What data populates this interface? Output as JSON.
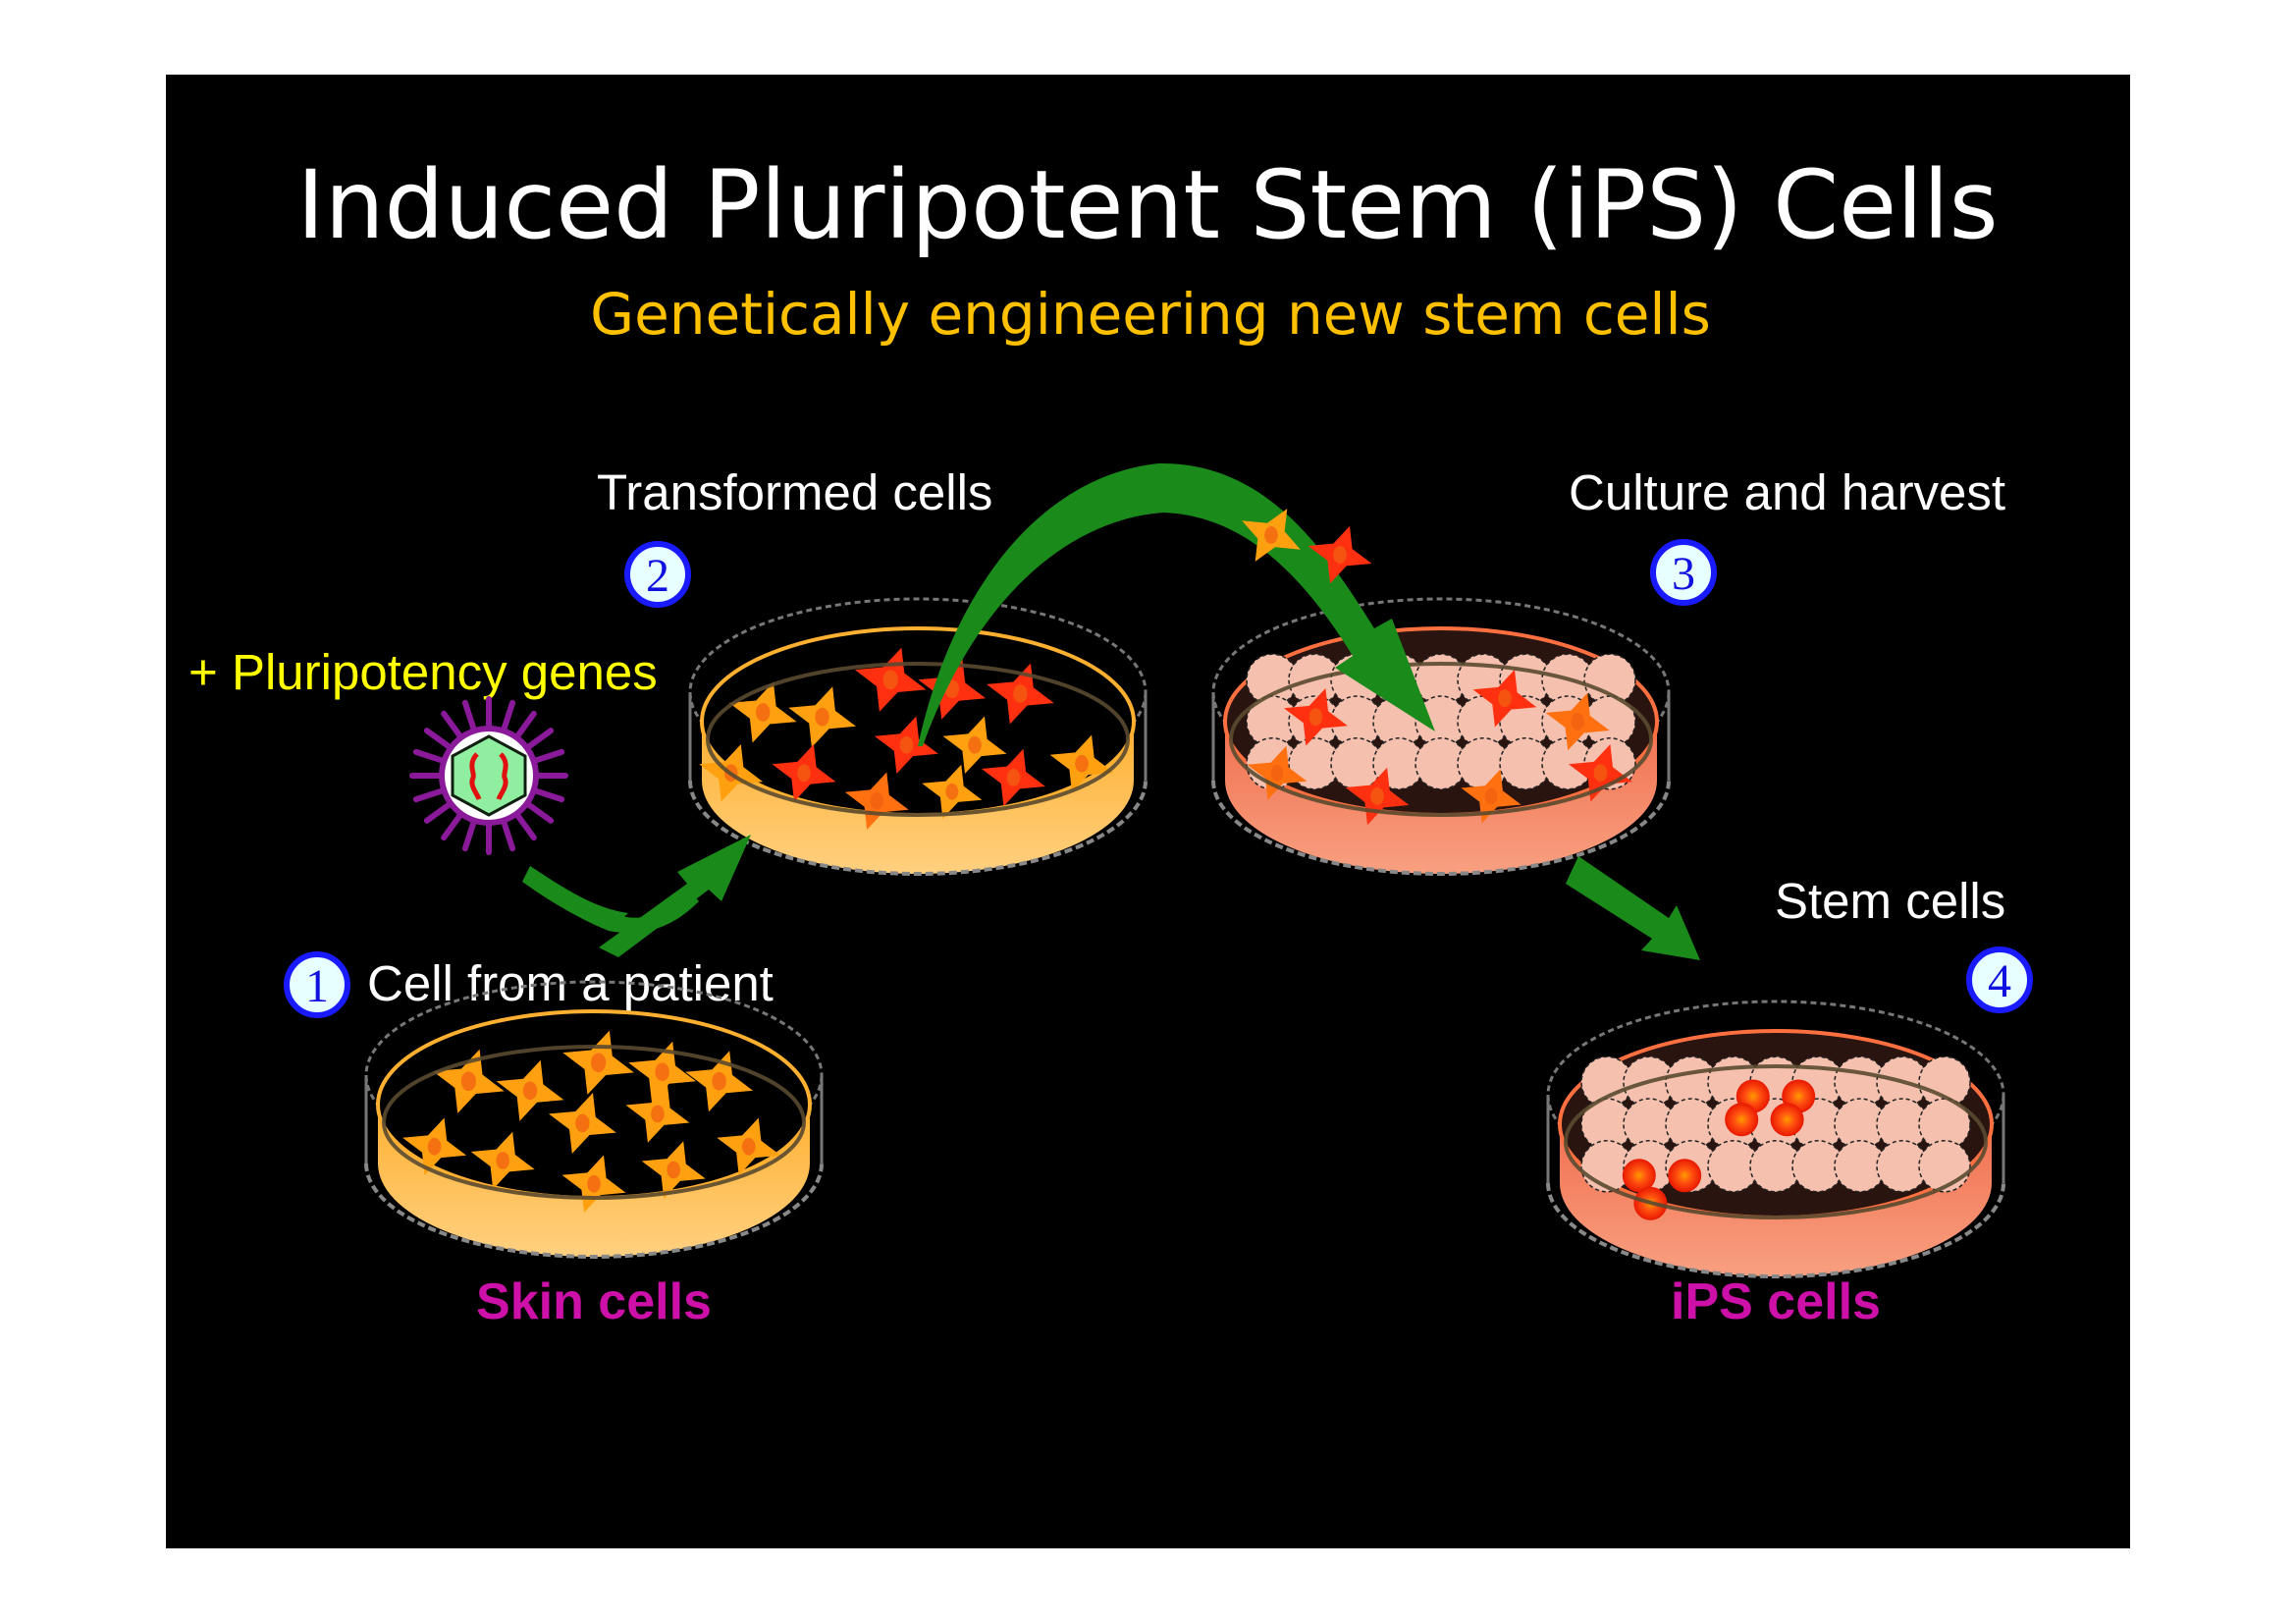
{
  "slide": {
    "title": "Induced Pluripotent Stem (iPS) Cells",
    "subtitle": "Genetically engineering new stem cells"
  },
  "steps": [
    {
      "number": "1",
      "label": "Cell from a patient",
      "caption": "Skin cells"
    },
    {
      "number": "2",
      "label": "Transformed cells"
    },
    {
      "number": "3",
      "label": "Culture and harvest"
    },
    {
      "number": "4",
      "label": "Stem cells",
      "caption": "iPS cells"
    }
  ],
  "annotation": {
    "genes_label": "+ Pluripotency genes"
  },
  "icons": {
    "virus": "virus-icon",
    "dish": "petri-dish-icon",
    "arrow": "green-arrow-icon",
    "cell": "cell-icon",
    "colony": "stem-cell-colony-icon"
  },
  "colors": {
    "background": "#000000",
    "title": "#FFFFFF",
    "subtitle": "#FFC000",
    "genes_label": "#FFFF00",
    "caption": "#CC10A8",
    "arrow": "#1A8A1A",
    "badge_border": "#1A1AFF",
    "badge_fill": "#E8FFFF",
    "skin_medium": "#FFC870",
    "culture_medium": "#F5906A"
  }
}
